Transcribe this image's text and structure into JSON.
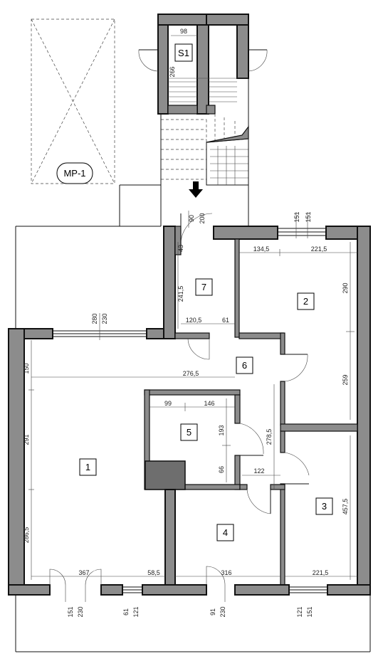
{
  "labels": {
    "parking": "MP-1",
    "stair": "S1"
  },
  "rooms": [
    "1",
    "2",
    "3",
    "4",
    "5",
    "6",
    "7"
  ],
  "dimensions": {
    "d98": "98",
    "d266": "266",
    "d90": "90",
    "d200": "200",
    "d43": "43",
    "d2415": "241,5",
    "d1205": "120,5",
    "d61a": "61",
    "d151a": "151",
    "d151b": "151",
    "d1345": "134,5",
    "d2215a": "221,5",
    "d290": "290",
    "d259": "259",
    "d280": "280",
    "d230a": "230",
    "d150": "150",
    "d291": "291",
    "d2865": "286,5",
    "d2765": "276,5",
    "d99": "99",
    "d146": "146",
    "d193": "193",
    "d2785": "278,5",
    "d66": "66",
    "d122": "122",
    "d4575": "457,5",
    "d367": "367",
    "d585": "58,5",
    "d316": "316",
    "d2215b": "221,5",
    "d151c": "151",
    "d230b": "230",
    "d61b": "61",
    "d121a": "121",
    "d91": "91",
    "d230c": "230",
    "d121b": "121",
    "d151d": "151"
  }
}
